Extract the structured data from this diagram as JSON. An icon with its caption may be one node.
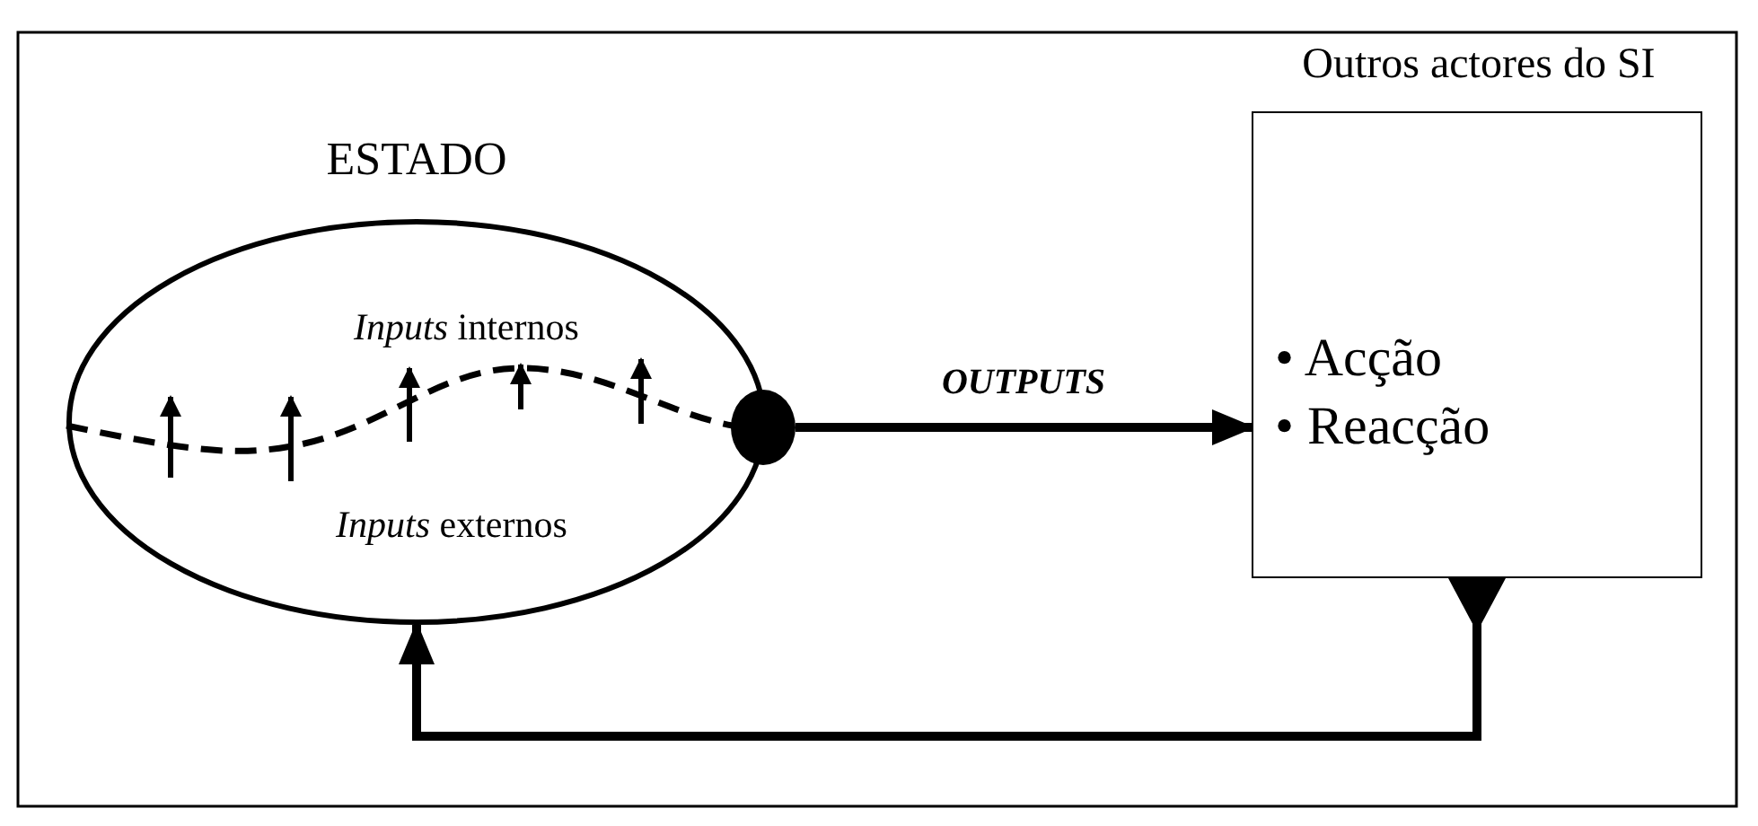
{
  "diagram": {
    "nodes": [
      {
        "text": [
          "ESTADO",
          "*Inputs* internos",
          "*Inputs* externos"
        ]
      },
      {
        "text": [],
        "shape": "circle"
      },
      {
        "text": [
          "Outros actores do SI",
          "• Acção",
          "• Reacção"
        ]
      }
    ],
    "edges": [
      {
        "from": 1,
        "to": 2,
        "arrow": "to",
        "label": "OUTPUTS"
      },
      {
        "from": 2,
        "to": 0,
        "arrow": "to"
      }
    ]
  }
}
